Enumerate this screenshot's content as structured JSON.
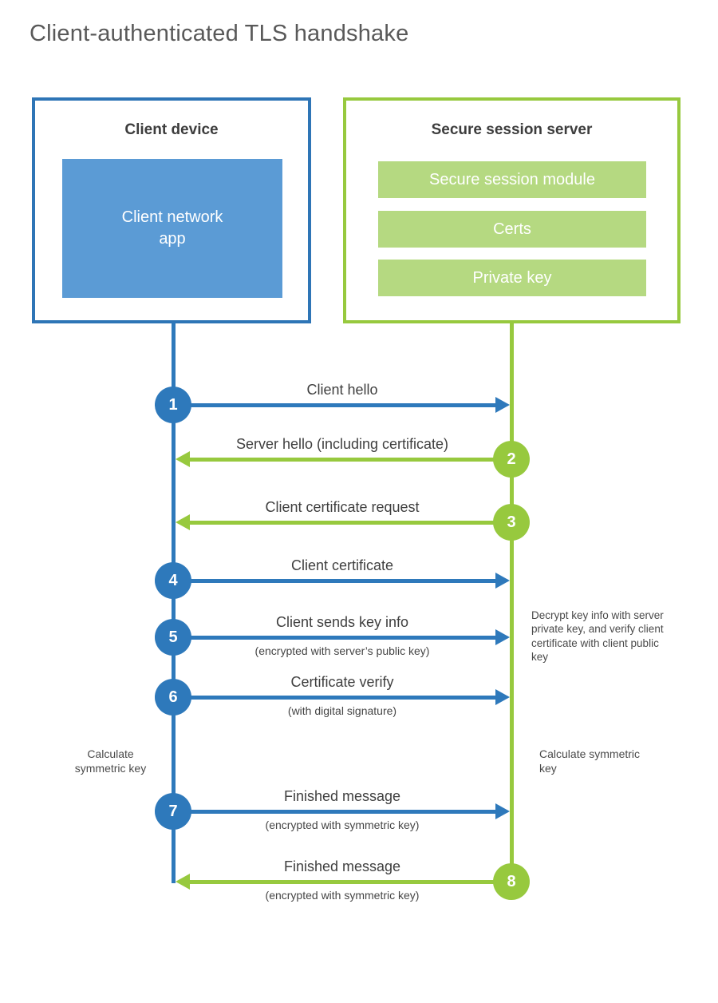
{
  "title": "Client-authenticated TLS handshake",
  "colors": {
    "blue_border": "#2e75b6",
    "blue_accent": "#2e79bb",
    "blue_fill": "#5b9bd5",
    "green_accent": "#97c93e",
    "green_fill": "#b5d981"
  },
  "client_box": {
    "title": "Client device",
    "app_label": "Client network app"
  },
  "server_box": {
    "title": "Secure session server",
    "modules": [
      "Secure session module",
      "Certs",
      "Private key"
    ]
  },
  "steps": [
    {
      "num": "1",
      "from": "client",
      "direction": "right",
      "label": "Client hello"
    },
    {
      "num": "2",
      "from": "server",
      "direction": "left",
      "label": "Server hello (including certificate)"
    },
    {
      "num": "3",
      "from": "server",
      "direction": "left",
      "label": "Client certificate request"
    },
    {
      "num": "4",
      "from": "client",
      "direction": "right",
      "label": "Client certificate"
    },
    {
      "num": "5",
      "from": "client",
      "direction": "right",
      "label": "Client sends key info",
      "sublabel": "(encrypted with server’s public key)"
    },
    {
      "num": "6",
      "from": "client",
      "direction": "right",
      "label": "Certificate verify",
      "sublabel": "(with digital signature)"
    },
    {
      "num": "7",
      "from": "client",
      "direction": "right",
      "label": "Finished message",
      "sublabel": "(encrypted with symmetric key)"
    },
    {
      "num": "8",
      "from": "server",
      "direction": "left",
      "label": "Finished message",
      "sublabel": "(encrypted with symmetric key)"
    }
  ],
  "annotations": {
    "decrypt_note": "Decrypt key info with server private key, and verify client certificate with client public key",
    "calculate_left": "Calculate symmetric key",
    "calculate_right": "Calculate symmetric key"
  }
}
